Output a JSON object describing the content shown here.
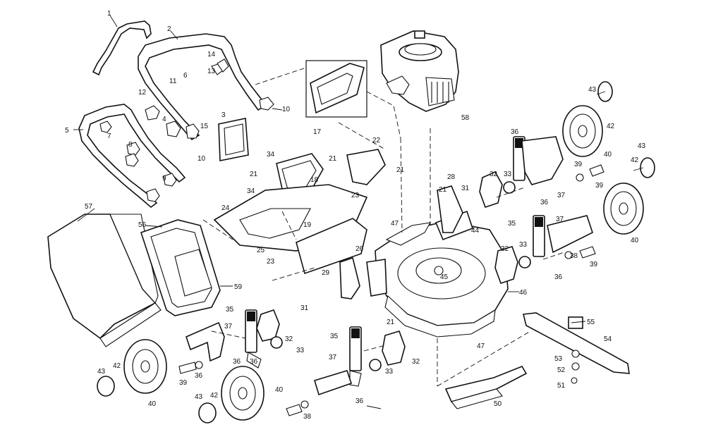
{
  "diagram": {
    "callouts": [
      {
        "id": "c1",
        "text": "1"
      },
      {
        "id": "c2",
        "text": "2"
      },
      {
        "id": "c3",
        "text": "3"
      },
      {
        "id": "c4",
        "text": "4"
      },
      {
        "id": "c5",
        "text": "5"
      },
      {
        "id": "c6",
        "text": "6"
      },
      {
        "id": "c7",
        "text": "7"
      },
      {
        "id": "c8",
        "text": "8"
      },
      {
        "id": "c9",
        "text": "9"
      },
      {
        "id": "c10a",
        "text": "10"
      },
      {
        "id": "c10b",
        "text": "10"
      },
      {
        "id": "c11",
        "text": "11"
      },
      {
        "id": "c12",
        "text": "12"
      },
      {
        "id": "c13",
        "text": "13"
      },
      {
        "id": "c14",
        "text": "14"
      },
      {
        "id": "c15",
        "text": "15"
      },
      {
        "id": "c17",
        "text": "17"
      },
      {
        "id": "c18",
        "text": "18"
      },
      {
        "id": "c19",
        "text": "19"
      },
      {
        "id": "c21a",
        "text": "21"
      },
      {
        "id": "c21b",
        "text": "21"
      },
      {
        "id": "c21c",
        "text": "21"
      },
      {
        "id": "c21d",
        "text": "21"
      },
      {
        "id": "c21e",
        "text": "21"
      },
      {
        "id": "c22",
        "text": "22"
      },
      {
        "id": "c23a",
        "text": "23"
      },
      {
        "id": "c23b",
        "text": "23"
      },
      {
        "id": "c24",
        "text": "24"
      },
      {
        "id": "c25",
        "text": "25"
      },
      {
        "id": "c26",
        "text": "26"
      },
      {
        "id": "c28",
        "text": "28"
      },
      {
        "id": "c29",
        "text": "29"
      },
      {
        "id": "c31a",
        "text": "31"
      },
      {
        "id": "c31b",
        "text": "31"
      },
      {
        "id": "c32a",
        "text": "32"
      },
      {
        "id": "c32b",
        "text": "32"
      },
      {
        "id": "c32c",
        "text": "32"
      },
      {
        "id": "c32d",
        "text": "32"
      },
      {
        "id": "c33a",
        "text": "33"
      },
      {
        "id": "c33b",
        "text": "33"
      },
      {
        "id": "c33c",
        "text": "33"
      },
      {
        "id": "c33d",
        "text": "33"
      },
      {
        "id": "c34a",
        "text": "34"
      },
      {
        "id": "c34b",
        "text": "34"
      },
      {
        "id": "c35a",
        "text": "35"
      },
      {
        "id": "c35b",
        "text": "35"
      },
      {
        "id": "c35c",
        "text": "35"
      },
      {
        "id": "c36a",
        "text": "36"
      },
      {
        "id": "c36b",
        "text": "36"
      },
      {
        "id": "c36c",
        "text": "36"
      },
      {
        "id": "c36d",
        "text": "36"
      },
      {
        "id": "c36e",
        "text": "36"
      },
      {
        "id": "c36f",
        "text": "36"
      },
      {
        "id": "c36g",
        "text": "36"
      },
      {
        "id": "c37a",
        "text": "37"
      },
      {
        "id": "c37b",
        "text": "37"
      },
      {
        "id": "c37c",
        "text": "37"
      },
      {
        "id": "c37d",
        "text": "37"
      },
      {
        "id": "c38a",
        "text": "38"
      },
      {
        "id": "c38b",
        "text": "38"
      },
      {
        "id": "c39a",
        "text": "39"
      },
      {
        "id": "c39b",
        "text": "39"
      },
      {
        "id": "c39c",
        "text": "39"
      },
      {
        "id": "c39d",
        "text": "39"
      },
      {
        "id": "c40a",
        "text": "40"
      },
      {
        "id": "c40b",
        "text": "40"
      },
      {
        "id": "c40c",
        "text": "40"
      },
      {
        "id": "c40d",
        "text": "40"
      },
      {
        "id": "c42a",
        "text": "42"
      },
      {
        "id": "c42b",
        "text": "42"
      },
      {
        "id": "c42c",
        "text": "42"
      },
      {
        "id": "c42d",
        "text": "42"
      },
      {
        "id": "c43a",
        "text": "43"
      },
      {
        "id": "c43b",
        "text": "43"
      },
      {
        "id": "c43c",
        "text": "43"
      },
      {
        "id": "c43d",
        "text": "43"
      },
      {
        "id": "c44",
        "text": "44"
      },
      {
        "id": "c45",
        "text": "45"
      },
      {
        "id": "c46",
        "text": "46"
      },
      {
        "id": "c47a",
        "text": "47"
      },
      {
        "id": "c47b",
        "text": "47"
      },
      {
        "id": "c50",
        "text": "50"
      },
      {
        "id": "c51",
        "text": "51"
      },
      {
        "id": "c52",
        "text": "52"
      },
      {
        "id": "c53",
        "text": "53"
      },
      {
        "id": "c54",
        "text": "54"
      },
      {
        "id": "c55",
        "text": "55"
      },
      {
        "id": "c56",
        "text": "56"
      },
      {
        "id": "c57",
        "text": "57"
      },
      {
        "id": "c58",
        "text": "58"
      },
      {
        "id": "c59",
        "text": "59"
      }
    ]
  }
}
